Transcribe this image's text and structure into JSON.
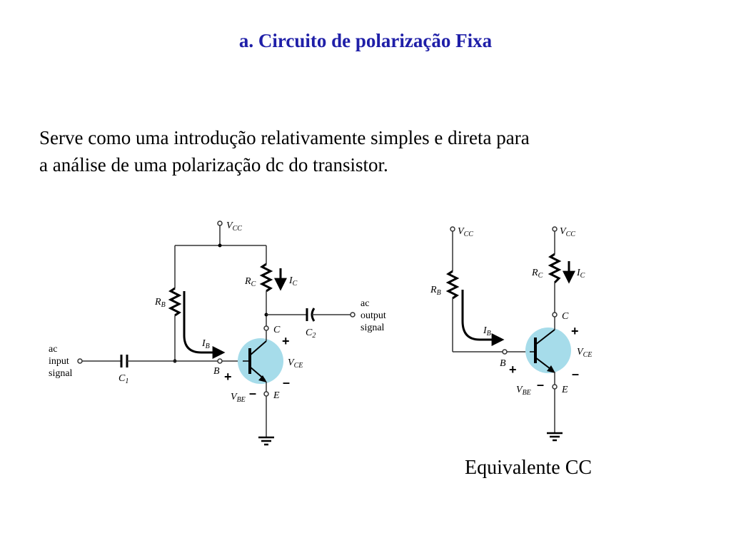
{
  "slide": {
    "title": "a. Circuito de polarização Fixa",
    "body_lines": [
      "Serve como uma introdução relativamente simples e direta para",
      "a análise de uma polarização dc do transistor."
    ],
    "caption": "Equivalente CC"
  },
  "circuit_fixed_bias": {
    "supply": {
      "main": "V",
      "sub": "CC"
    },
    "collector_resistor": {
      "main": "R",
      "sub": "C"
    },
    "collector_current": {
      "main": "I",
      "sub": "C"
    },
    "base_resistor": {
      "main": "R",
      "sub": "B"
    },
    "base_current": {
      "main": "I",
      "sub": "B"
    },
    "input_capacitor": {
      "main": "C",
      "sub": "1"
    },
    "output_capacitor": {
      "main": "C",
      "sub": "2"
    },
    "input_signal": [
      "ac",
      "input",
      "signal"
    ],
    "output_signal": [
      "ac",
      "output",
      "signal"
    ],
    "terminal_collector": "C",
    "terminal_base": "B",
    "terminal_emitter": "E",
    "vce": {
      "main": "V",
      "sub": "CE"
    },
    "vbe": {
      "main": "V",
      "sub": "BE"
    },
    "plus": "+",
    "minus": "–"
  },
  "circuit_dc_equivalent": {
    "supply_left": {
      "main": "V",
      "sub": "CC"
    },
    "supply_right": {
      "main": "V",
      "sub": "CC"
    },
    "collector_resistor": {
      "main": "R",
      "sub": "C"
    },
    "collector_current": {
      "main": "I",
      "sub": "C"
    },
    "base_resistor": {
      "main": "R",
      "sub": "B"
    },
    "base_current": {
      "main": "I",
      "sub": "B"
    },
    "terminal_collector": "C",
    "terminal_base": "B",
    "terminal_emitter": "E",
    "vce": {
      "main": "V",
      "sub": "CE"
    },
    "vbe": {
      "main": "V",
      "sub": "BE"
    },
    "plus": "+",
    "minus": "–"
  },
  "colors": {
    "title": "#1f1fa8",
    "transistor_fill": "#a6dcea",
    "wire": "#333333"
  }
}
